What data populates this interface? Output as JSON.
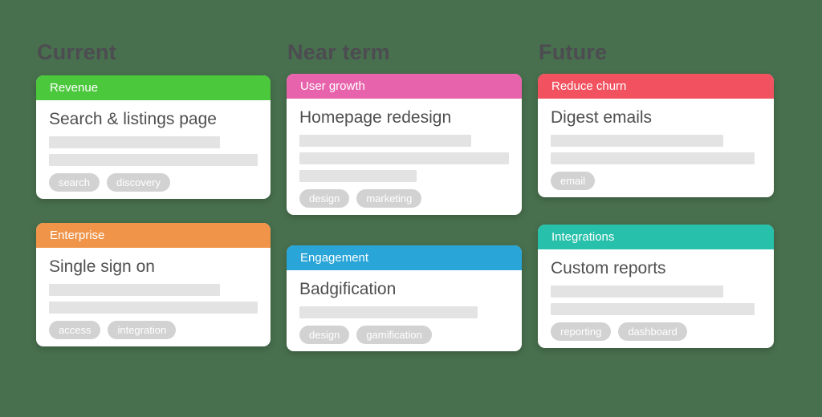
{
  "board": {
    "background_color": "#48704e",
    "card_background": "#ffffff",
    "placeholder_bar_color": "#e3e3e3",
    "tag_color": "#d2d2d2",
    "columns": [
      {
        "heading": "Current",
        "cards": [
          {
            "category": "Revenue",
            "category_color": "#4cc83d",
            "title": "Search & listings page",
            "desc_bars": [
              82,
              100
            ],
            "tags": [
              "search",
              "discovery"
            ]
          },
          {
            "category": "Enterprise",
            "category_color": "#ef9449",
            "title": "Single sign on",
            "desc_bars": [
              82,
              100
            ],
            "tags": [
              "access",
              "integration"
            ]
          }
        ]
      },
      {
        "heading": "Near term",
        "cards": [
          {
            "category": "User growth",
            "category_color": "#e763ac",
            "title": "Homepage redesign",
            "desc_bars": [
              82,
              100,
              56
            ],
            "tags": [
              "design",
              "marketing"
            ]
          },
          {
            "category": "Engagement",
            "category_color": "#29a5d8",
            "title": "Badgification",
            "desc_bars": [
              85
            ],
            "tags": [
              "design",
              "gamification"
            ]
          }
        ]
      },
      {
        "heading": "Future",
        "cards": [
          {
            "category": "Reduce churn",
            "category_color": "#f2525f",
            "title": "Digest emails",
            "desc_bars": [
              82,
              97
            ],
            "tags": [
              "email"
            ]
          },
          {
            "category": "Integrations",
            "category_color": "#27c0aa",
            "title": "Custom reports",
            "desc_bars": [
              82,
              97
            ],
            "tags": [
              "reporting",
              "dashboard"
            ]
          }
        ]
      }
    ]
  }
}
